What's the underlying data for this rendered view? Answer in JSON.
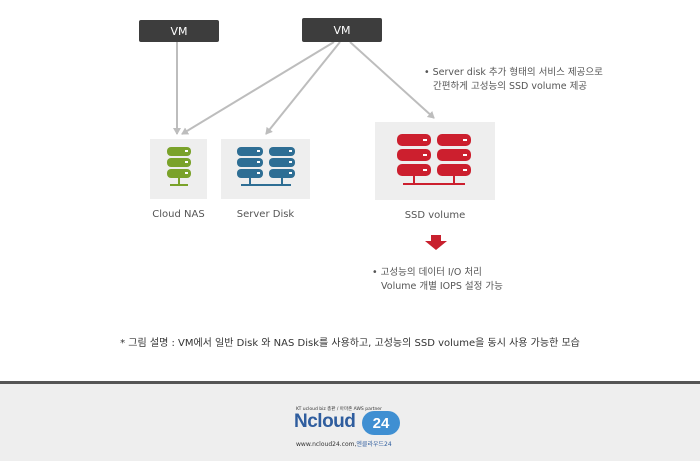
{
  "vm_left_label": "VM",
  "vm_right_label": "VM",
  "storage": {
    "cloud_nas": "Cloud NAS",
    "server_disk": "Server Disk",
    "ssd_volume": "SSD volume"
  },
  "notes": {
    "ssd_line1": "• Server disk 추가 형태의 서비스 제공으로",
    "ssd_line2": "간편하게 고성능의 SSD volume 제공",
    "perf_line1": "• 고성능의 데이터 I/O 처리",
    "perf_line2": "Volume 개별 IOPS 설정 가능"
  },
  "caption": "* 그림 설명 : VM에서 일반 Disk 와 NAS Disk를 사용하고, 고성능의 SSD volume을 동시 사용 가능한 모습",
  "footer": {
    "tagline": "KT ucloud biz 총판 / 아마존 AWS partner",
    "brand": "Ncloud",
    "brand_number": "24",
    "url": "www.ncloud24.com,",
    "url_korean": "엔클라우드24"
  },
  "colors": {
    "nas": "#7aa22a",
    "server": "#2e6e94",
    "ssd": "#cc1f2e",
    "vm_box": "#3d3d3d",
    "arrow": "#bdbdbd",
    "down_arrow": "#c8202e"
  }
}
